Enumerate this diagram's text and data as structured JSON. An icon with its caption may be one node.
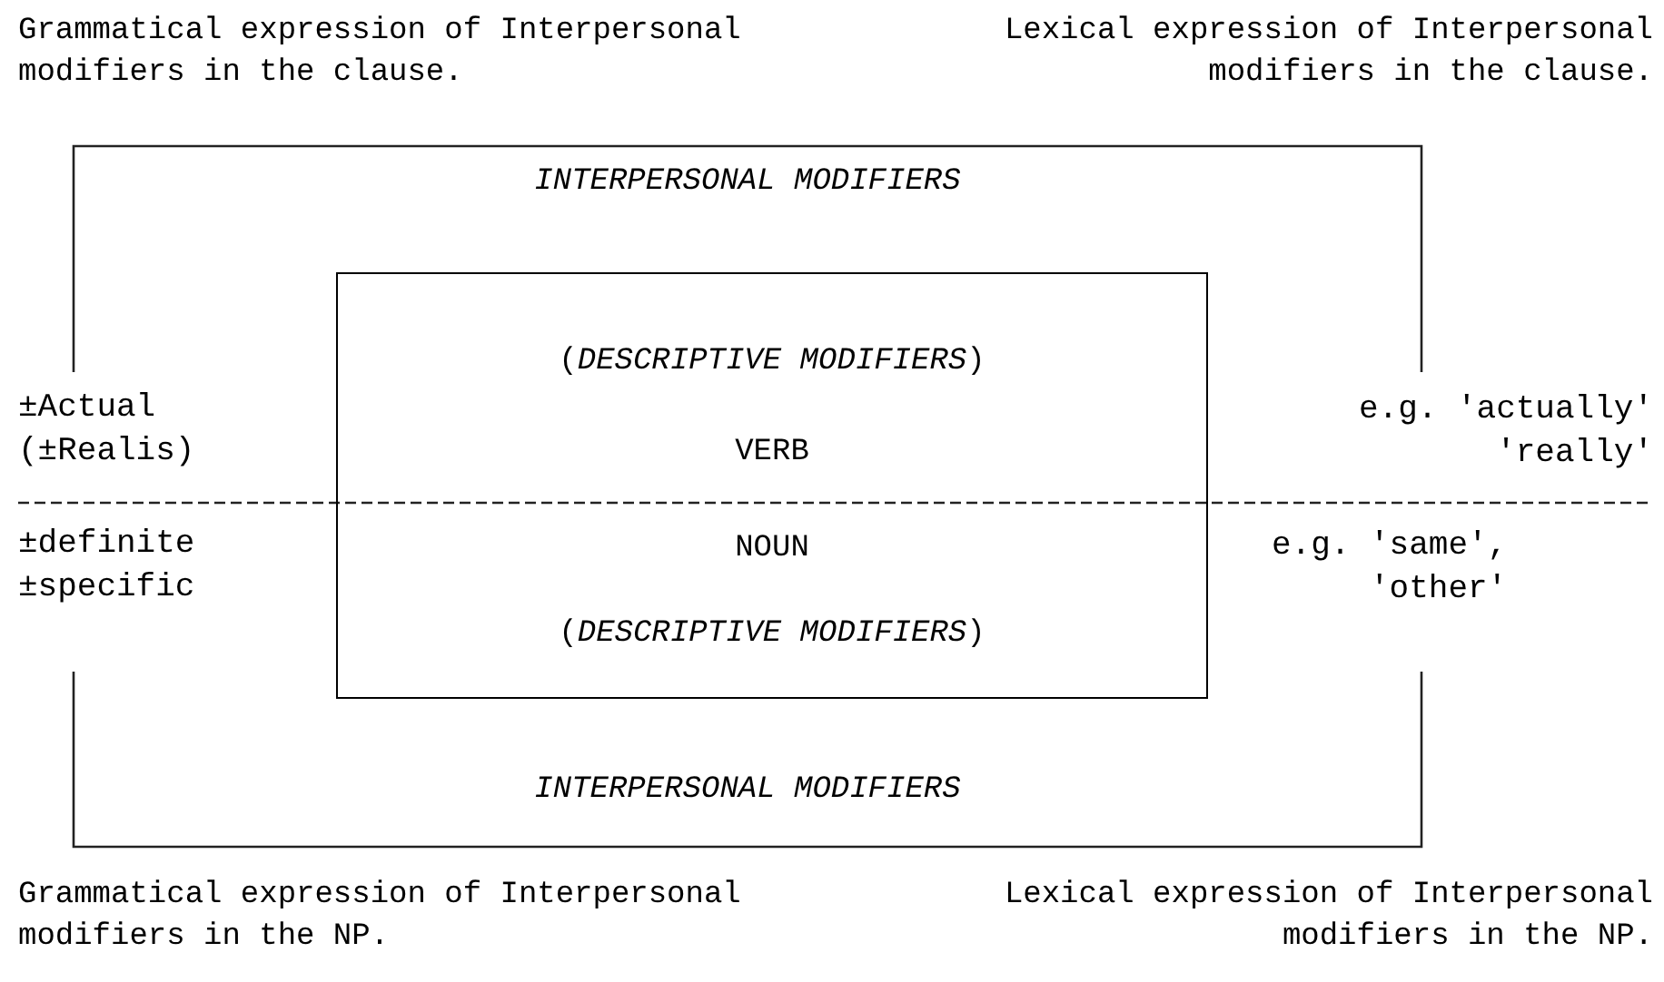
{
  "diagram": {
    "nodes": [
      {
        "text": [
          "INTERPERSONAL MODIFIERS",
          "INTERPERSONAL MODIFIERS"
        ]
      },
      {
        "text": [
          "(*DESCRIPTIVE MODIFIERS*)",
          "VERB",
          "NOUN",
          "(*DESCRIPTIVE MODIFIERS*)"
        ],
        "in": 0
      }
    ],
    "edges": [],
    "labels": [
      "Grammatical expression of Interpersonal modifiers in the clause.",
      "Lexical expression of Interpersonal modifiers in the clause.",
      "±Actual",
      "(±Realis)",
      "e.g. 'actually' 'really'",
      "±definite",
      "±specific",
      "e.g. 'same', 'other'",
      "Grammatical expression of Interpersonal modifiers in the NP.",
      "Lexical expression of Interpersonal modifiers in the NP."
    ]
  }
}
